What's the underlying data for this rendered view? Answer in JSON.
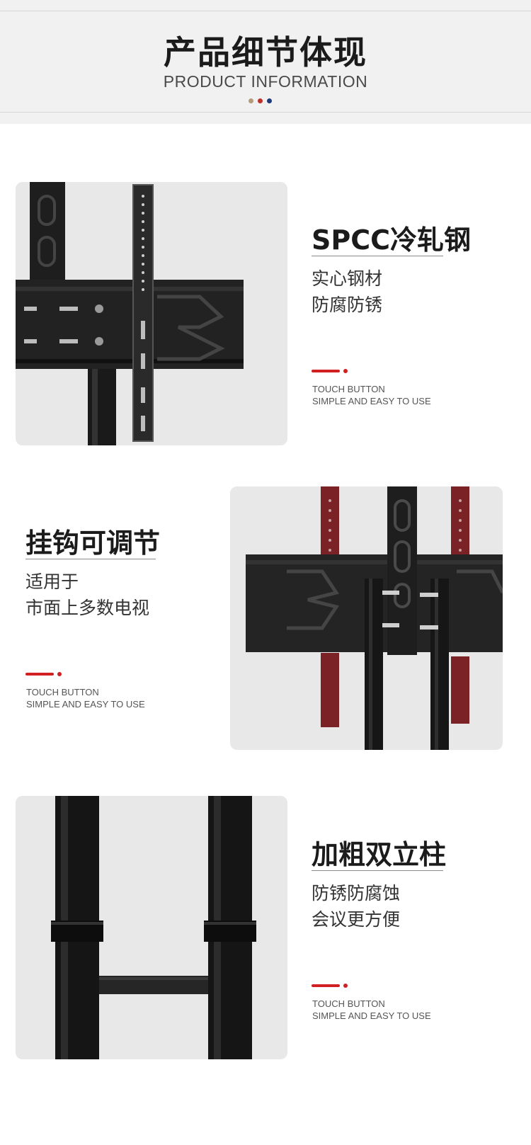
{
  "header": {
    "title": "产品细节体现",
    "subtitle": "PRODUCT INFORMATION",
    "dot_colors": [
      "#b49a7a",
      "#c0302a",
      "#1f3a7a"
    ]
  },
  "colors": {
    "accent": "#d21f1f",
    "photo_bg": "#e8e8e8",
    "metal": "#1e1e1e",
    "bracket_red": "#7a2226"
  },
  "features": [
    {
      "title": "SPCC冷轧钢",
      "lines": [
        "实心钢材",
        "防腐防锈"
      ],
      "tag_lines": [
        "TOUCH BUTTON",
        "SIMPLE AND EASY TO USE"
      ],
      "image": "steel-bracket-closeup"
    },
    {
      "title": "挂钩可调节",
      "lines": [
        "适用于",
        "市面上多数电视"
      ],
      "tag_lines": [
        "TOUCH BUTTON",
        "SIMPLE AND EASY TO USE"
      ],
      "image": "adjustable-hooks-closeup"
    },
    {
      "title": "加粗双立柱",
      "lines": [
        "防锈防腐蚀",
        "会议更方便"
      ],
      "tag_lines": [
        "TOUCH BUTTON",
        "SIMPLE AND EASY TO USE"
      ],
      "image": "dual-column-closeup"
    }
  ]
}
